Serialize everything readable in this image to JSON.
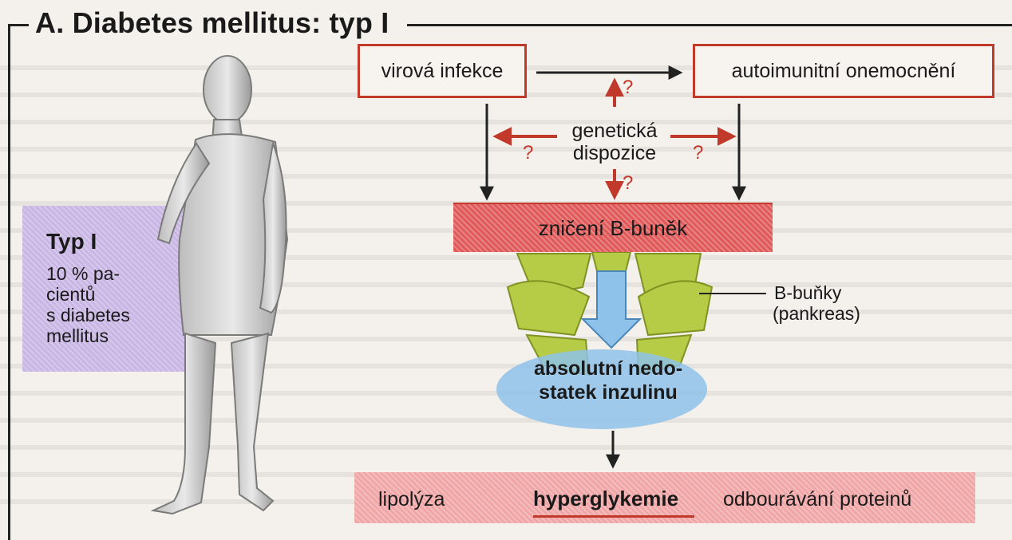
{
  "title": "A. Diabetes mellitus: typ I",
  "nodes": {
    "virus": "virová infekce",
    "autoimmune": "autoimunitní onemocnění",
    "genetic_line1": "genetická",
    "genetic_line2": "dispozice",
    "destruction": "zničení B-buněk",
    "bcells_line1": "B-buňky",
    "bcells_line2": "(pankreas)",
    "deficit_line1": "absolutní nedo-",
    "deficit_line2": "statek inzulinu"
  },
  "question_mark": "?",
  "outcomes": {
    "lipolysis": "lipolýza",
    "hyperglycemia": "hyperglykemie",
    "protein": "odbourávání proteinů"
  },
  "type_box": {
    "title": "Typ I",
    "line1": "10 % pa-",
    "line2": "cientů",
    "line3": "s diabetes",
    "line4": "mellitus"
  },
  "colors": {
    "accent_red": "#c0392b",
    "bar_red": "#e05a5a",
    "band_pink": "#f0a6a6",
    "type_purple": "#c9b6e4",
    "pancreas_green": "#b7cc46",
    "insulin_blue": "#8fc2ea"
  }
}
